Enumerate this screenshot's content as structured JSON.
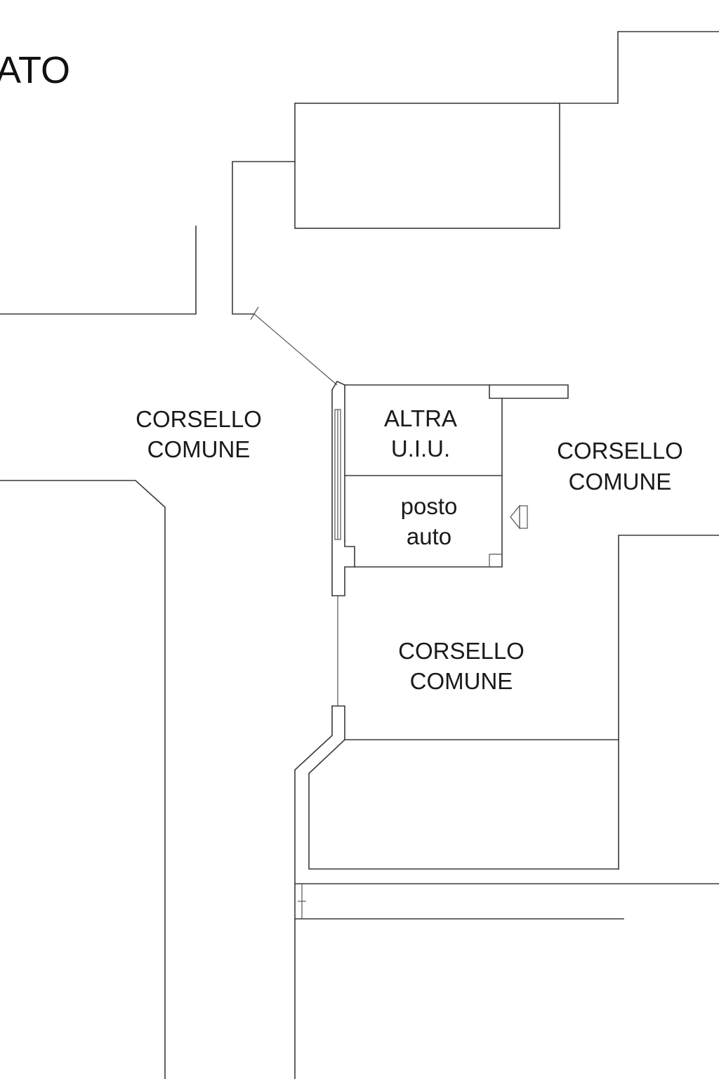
{
  "plan": {
    "partial_title": "ATO",
    "corridor_west": {
      "line1": "CORSELLO",
      "line2": "COMUNE"
    },
    "corridor_east": {
      "line1": "CORSELLO",
      "line2": "COMUNE"
    },
    "corridor_south": {
      "line1": "CORSELLO",
      "line2": "COMUNE"
    },
    "other_unit": {
      "line1": "ALTRA",
      "line2": "U.I.U."
    },
    "parking_space": {
      "line1": "posto",
      "line2": "auto"
    },
    "entrance_arrow_icon": "arrow-left-icon"
  }
}
